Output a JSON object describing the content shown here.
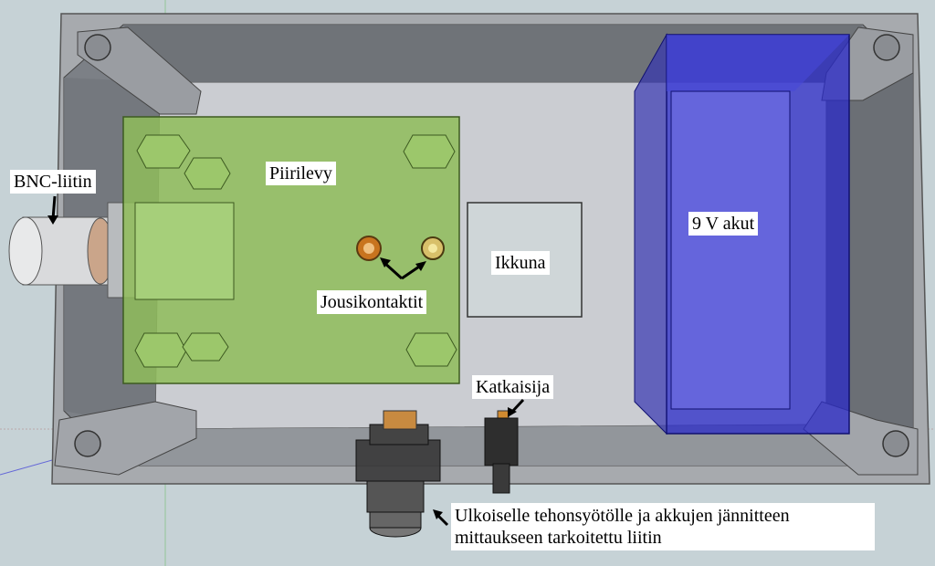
{
  "labels": {
    "bnc": "BNC-liitin",
    "board": "Piirilevy",
    "contacts": "Jousikontaktit",
    "window": "Ikkuna",
    "battery": "9 V akut",
    "switch": "Katkaisija",
    "connector_line1": "Ulkoiselle tehonsyötölle ja akkujen jännitteen",
    "connector_line2": "mittaukseen tarkoitettu liitin"
  },
  "colors": {
    "background": "#c6d2d6",
    "enclosure": "#8c8f94",
    "floor": "#cbcdd2",
    "board": "#8fbc5a",
    "battery": "#2a2ac8",
    "window": "#cfd6d8"
  }
}
